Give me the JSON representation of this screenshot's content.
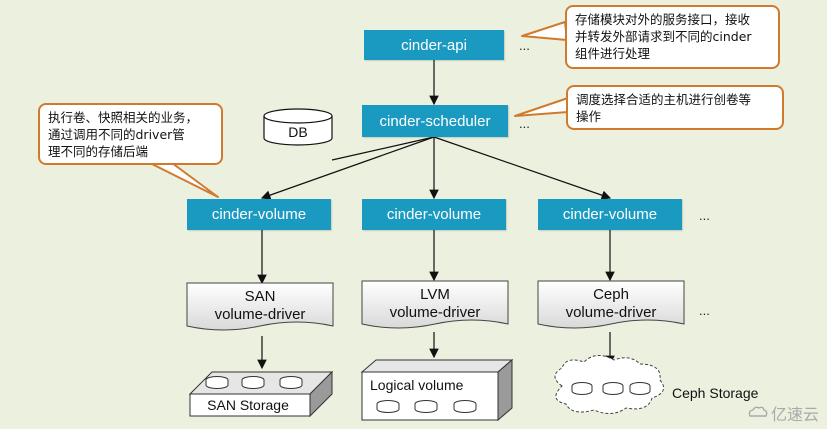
{
  "nodes": {
    "api": "cinder-api",
    "scheduler": "cinder-scheduler",
    "volume1": "cinder-volume",
    "volume2": "cinder-volume",
    "volume3": "cinder-volume"
  },
  "ellipsis": "...",
  "db_label": "DB",
  "callouts": {
    "api": [
      "存储模块对外的服务接口，接收",
      "并转发外部请求到不同的cinder",
      "组件进行处理"
    ],
    "scheduler": [
      "调度选择合适的主机进行创卷等",
      "操作"
    ],
    "volume": [
      "执行卷、快照相关的业务，",
      "通过调用不同的driver管",
      "理不同的存储后端"
    ]
  },
  "drivers": {
    "san": [
      "SAN",
      "volume-driver"
    ],
    "lvm": [
      "LVM",
      "volume-driver"
    ],
    "ceph": [
      "Ceph",
      "volume-driver"
    ]
  },
  "storage": {
    "san": "SAN Storage",
    "lvm": "Logical volume",
    "ceph": "Ceph Storage"
  },
  "watermark": "亿速云",
  "colors": {
    "background": "#ebf1de",
    "node": "#1a9ac1",
    "callout_border": "#d07a2e"
  }
}
